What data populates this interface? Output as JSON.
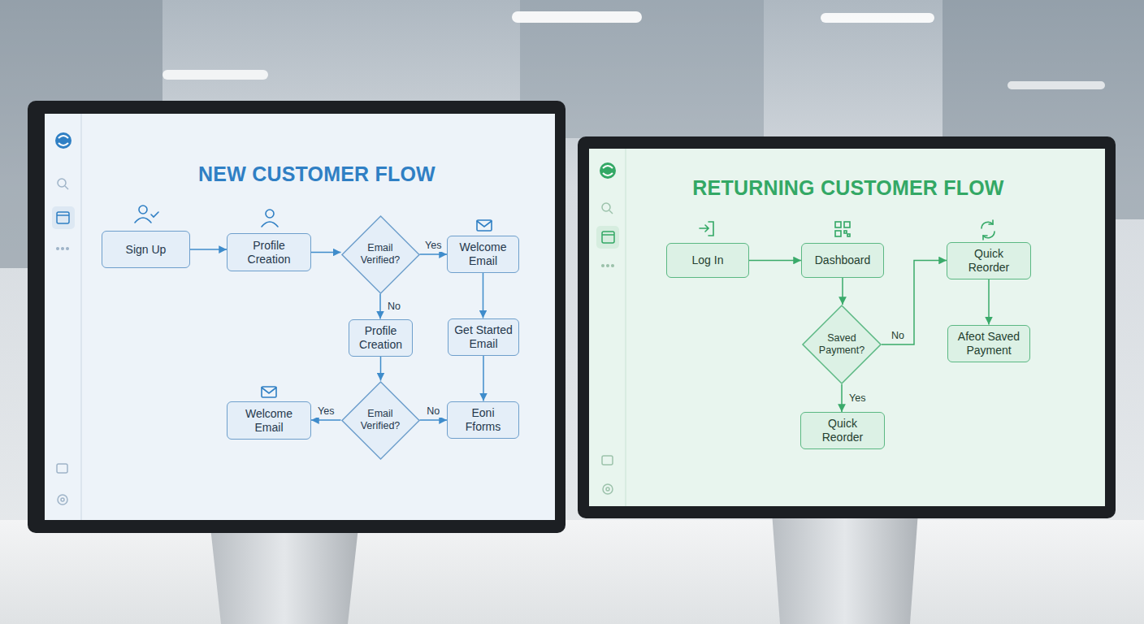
{
  "diagram": {
    "nodes": [
      {
        "text": [
          "NEW CUSTOMER FLOW"
        ]
      },
      {
        "text": [
          "Sign Up"
        ],
        "in": 0
      },
      {
        "text": [
          "Profile Creation"
        ],
        "in": 0
      },
      {
        "text": [
          "Email Verified?"
        ],
        "in": 0
      },
      {
        "text": [
          "Welcome Email"
        ],
        "in": 0
      },
      {
        "text": [
          "Profile Creation"
        ],
        "in": 0
      },
      {
        "text": [
          "Get Started Email"
        ],
        "in": 0
      },
      {
        "text": [
          "Welcome Email"
        ],
        "in": 0
      },
      {
        "text": [
          "Email Verified?"
        ],
        "in": 0
      },
      {
        "text": [
          "Eoni Fforms"
        ],
        "in": 0
      },
      {
        "text": [
          "RETURNING CUSTOMER FLOW"
        ]
      },
      {
        "text": [
          "Log In"
        ],
        "in": 10
      },
      {
        "text": [
          "Dashboard"
        ],
        "in": 10
      },
      {
        "text": [
          "Saved Payment?"
        ],
        "in": 10
      },
      {
        "text": [
          "Quick Reorder"
        ],
        "in": 10
      },
      {
        "text": [
          "Afeot Saved Payment"
        ],
        "in": 10
      },
      {
        "text": [
          "Quick Reorder"
        ],
        "in": 10
      }
    ],
    "edges": [
      {
        "from": 1,
        "to": 2,
        "arrow": "to"
      },
      {
        "from": 2,
        "to": 3,
        "arrow": "to"
      },
      {
        "from": 3,
        "to": 4,
        "label": "Yes",
        "arrow": "to"
      },
      {
        "from": 3,
        "to": 5,
        "label": "No",
        "arrow": "to"
      },
      {
        "from": 4,
        "to": 6,
        "arrow": "to"
      },
      {
        "from": 5,
        "to": 8,
        "arrow": "to"
      },
      {
        "from": 8,
        "to": 7,
        "label": "Yes",
        "arrow": "to"
      },
      {
        "from": 8,
        "to": 9,
        "label": "No",
        "arrow": "to"
      },
      {
        "from": 6,
        "to": 9,
        "arrow": "to"
      },
      {
        "from": 11,
        "to": 12,
        "arrow": "to"
      },
      {
        "from": 12,
        "to": 13,
        "arrow": "to"
      },
      {
        "from": 13,
        "to": 14,
        "label": "No",
        "arrow": "to"
      },
      {
        "from": 14,
        "to": 15,
        "arrow": "to"
      },
      {
        "from": 13,
        "to": 16,
        "label": "Yes",
        "arrow": "to"
      }
    ]
  }
}
